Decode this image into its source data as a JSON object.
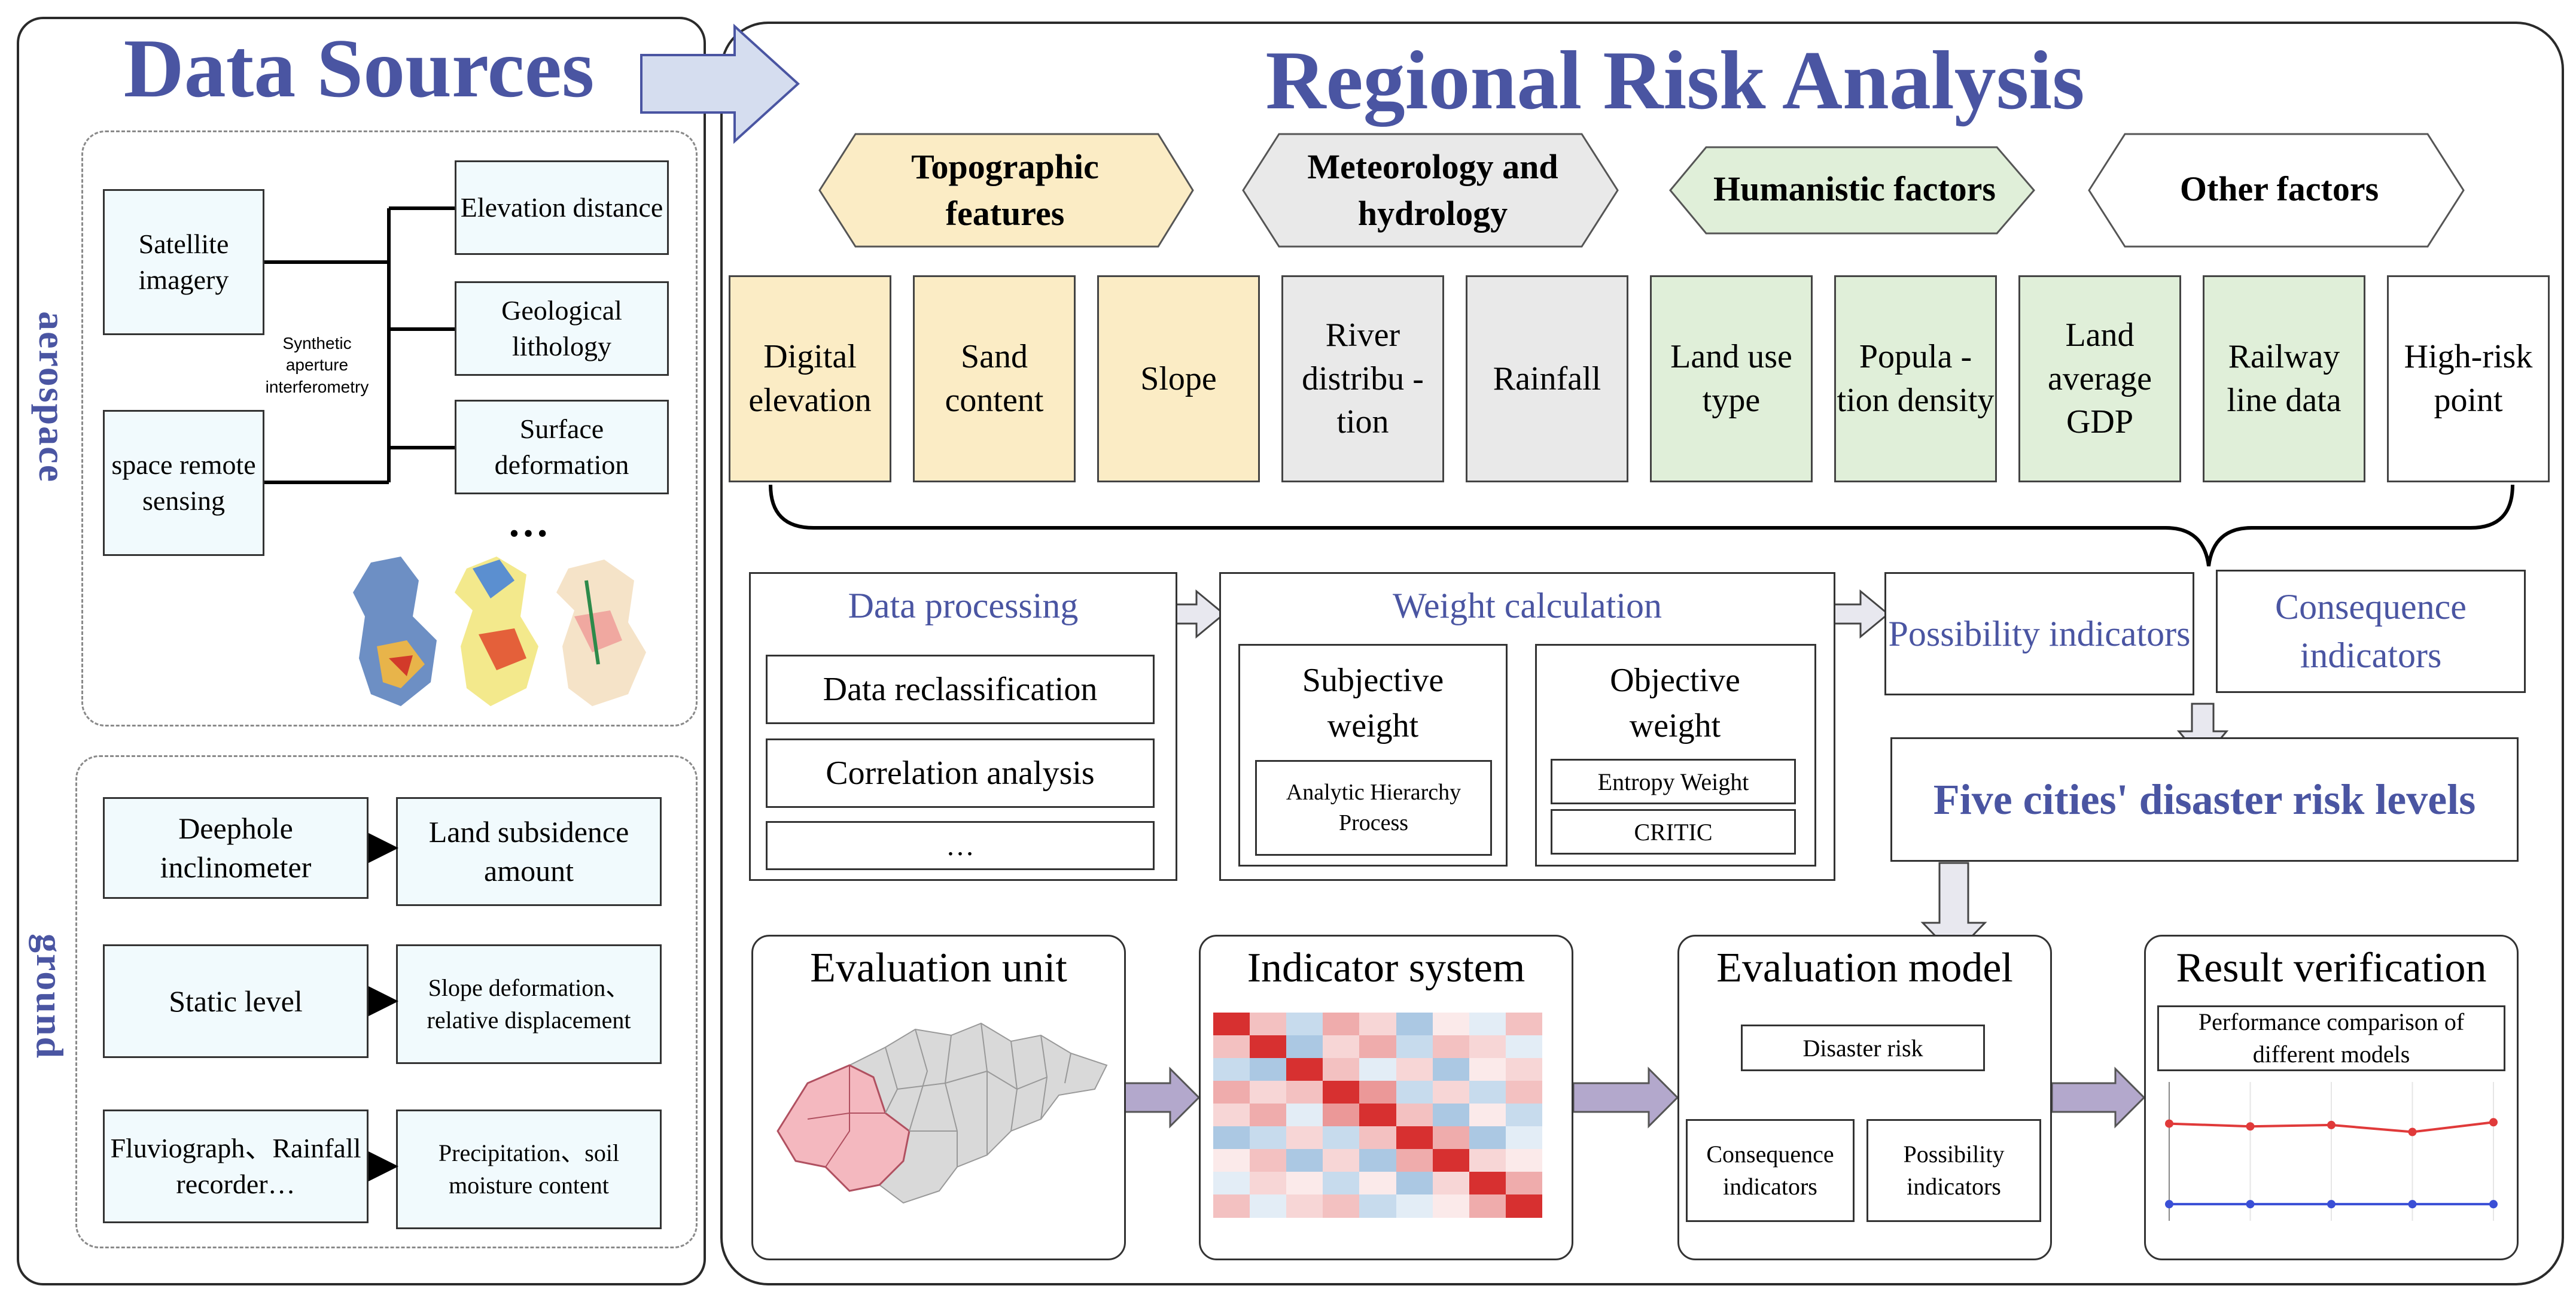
{
  "left": {
    "title": "Data Sources",
    "aerospace_label": "aerospace",
    "ground_label": "ground",
    "sources": [
      "Satellite imagery",
      "space remote sensing"
    ],
    "sar_label": "Synthetic aperture interferometry",
    "products": [
      "Elevation distance",
      "Geological lithology",
      "Surface deformation"
    ],
    "ellipsis": "…",
    "ground_rows": [
      {
        "instrument": "Deephole inclinometer",
        "measure": "Land subsidence amount"
      },
      {
        "instrument": "Static level",
        "measure": "Slope deformation、relative displacement"
      },
      {
        "instrument": "Fluviograph、Rainfall recorder…",
        "measure": "Precipitation、soil moisture content"
      }
    ]
  },
  "right": {
    "title": "Regional Risk Analysis",
    "categories": [
      "Topographic features",
      "Meteorology and hydrology",
      "Humanistic factors",
      "Other factors"
    ],
    "factors": [
      "Digital elevation",
      "Sand content",
      "Slope",
      "River distribu -tion",
      "Rainfall",
      "Land use type",
      "Popula -tion density",
      "Land average GDP",
      "Railway line data",
      "High-risk point"
    ],
    "processing": {
      "title": "Data processing",
      "items": [
        "Data reclassification",
        "Correlation analysis",
        "…"
      ]
    },
    "weight": {
      "title": "Weight calculation",
      "subjective": "Subjective weight",
      "subjective_method": "Analytic Hierarchy Process",
      "objective": "Objective weight",
      "objective_methods": [
        "Entropy Weight",
        "CRITIC"
      ]
    },
    "possibility": "Possibility indicators",
    "consequence": "Consequence indicators",
    "risk_levels": "Five cities' disaster risk levels",
    "bottom": {
      "unit": "Evaluation unit",
      "indicator": "Indicator system",
      "model": "Evaluation model",
      "model_root": "Disaster risk",
      "model_left": "Consequence indicators",
      "model_right": "Possibility indicators",
      "verify": "Result verification",
      "verify_caption": "Performance comparison of different models"
    }
  },
  "colors": {
    "title_blue": "#4a55a2",
    "topographic": "#fbecc5",
    "meteorology": "#e9e9e9",
    "humanistic": "#e0efd9",
    "other": "#ffffff",
    "arrow_fill": "#d5ddef",
    "heat_red": "#d73030",
    "heat_blue": "#8fb6da",
    "line_red": "#e03a3a",
    "line_blue": "#3a4fd6"
  },
  "heatmap": [
    [
      1,
      0.3,
      -0.2,
      0.4,
      0.2,
      -0.3,
      0.1,
      -0.1,
      0.3
    ],
    [
      0.3,
      1,
      -0.3,
      0.2,
      0.4,
      -0.2,
      0.3,
      0.2,
      -0.1
    ],
    [
      -0.2,
      -0.3,
      1,
      0.3,
      -0.1,
      0.2,
      -0.3,
      0.1,
      0.2
    ],
    [
      0.4,
      0.2,
      0.3,
      1,
      0.5,
      -0.2,
      0.2,
      -0.2,
      0.3
    ],
    [
      0.2,
      0.4,
      -0.1,
      0.5,
      1,
      0.3,
      -0.3,
      0.1,
      -0.2
    ],
    [
      -0.3,
      -0.2,
      0.2,
      -0.2,
      0.3,
      1,
      0.4,
      -0.3,
      -0.1
    ],
    [
      0.1,
      0.3,
      -0.3,
      0.2,
      -0.3,
      0.4,
      1,
      0.2,
      0.1
    ],
    [
      -0.1,
      0.2,
      0.1,
      -0.2,
      0.1,
      -0.3,
      0.2,
      1,
      0.4
    ],
    [
      0.3,
      -0.1,
      0.2,
      0.3,
      -0.2,
      -0.1,
      0.1,
      0.4,
      1
    ]
  ],
  "verify_lines": {
    "red": [
      0.7,
      0.68,
      0.69,
      0.64,
      0.71
    ],
    "blue": [
      0.12,
      0.12,
      0.12,
      0.12,
      0.12
    ]
  }
}
